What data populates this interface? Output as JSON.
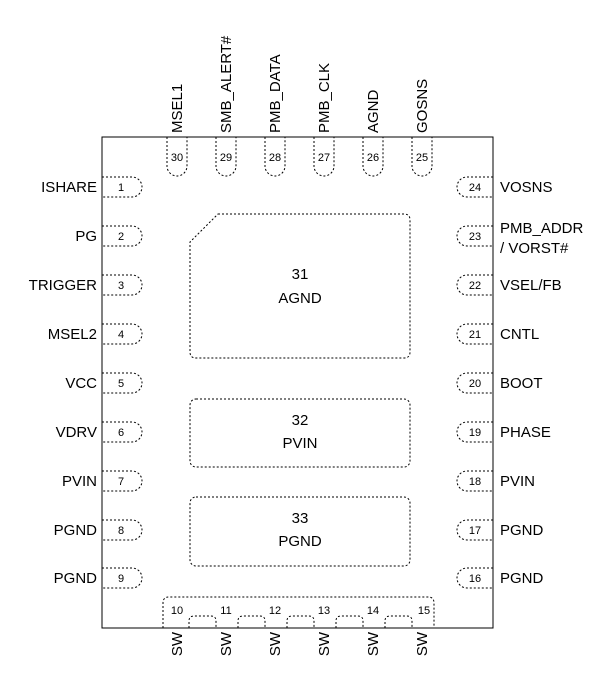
{
  "left_pins": [
    {
      "num": "1",
      "name": "ISHARE"
    },
    {
      "num": "2",
      "name": "PG"
    },
    {
      "num": "3",
      "name": "TRIGGER"
    },
    {
      "num": "4",
      "name": "MSEL2"
    },
    {
      "num": "5",
      "name": "VCC"
    },
    {
      "num": "6",
      "name": "VDRV"
    },
    {
      "num": "7",
      "name": "PVIN"
    },
    {
      "num": "8",
      "name": "PGND"
    },
    {
      "num": "9",
      "name": "PGND"
    }
  ],
  "right_pins": [
    {
      "num": "24",
      "name": "VOSNS"
    },
    {
      "num": "23",
      "name": "PMB_ADDR",
      "name2": "/ VORST#"
    },
    {
      "num": "22",
      "name": "VSEL/FB"
    },
    {
      "num": "21",
      "name": "CNTL"
    },
    {
      "num": "20",
      "name": "BOOT"
    },
    {
      "num": "19",
      "name": "PHASE"
    },
    {
      "num": "18",
      "name": "PVIN"
    },
    {
      "num": "17",
      "name": "PGND"
    },
    {
      "num": "16",
      "name": "PGND"
    }
  ],
  "top_pins": [
    {
      "num": "30",
      "name": "MSEL1"
    },
    {
      "num": "29",
      "name": "SMB_ALERT#"
    },
    {
      "num": "28",
      "name": "PMB_DATA"
    },
    {
      "num": "27",
      "name": "PMB_CLK"
    },
    {
      "num": "26",
      "name": "AGND"
    },
    {
      "num": "25",
      "name": "GOSNS"
    }
  ],
  "bottom_pins": [
    {
      "num": "10",
      "name": "SW"
    },
    {
      "num": "11",
      "name": "SW"
    },
    {
      "num": "12",
      "name": "SW"
    },
    {
      "num": "13",
      "name": "SW"
    },
    {
      "num": "14",
      "name": "SW"
    },
    {
      "num": "15",
      "name": "SW"
    }
  ],
  "pads": [
    {
      "num": "31",
      "name": "AGND"
    },
    {
      "num": "32",
      "name": "PVIN"
    },
    {
      "num": "33",
      "name": "PGND"
    }
  ]
}
